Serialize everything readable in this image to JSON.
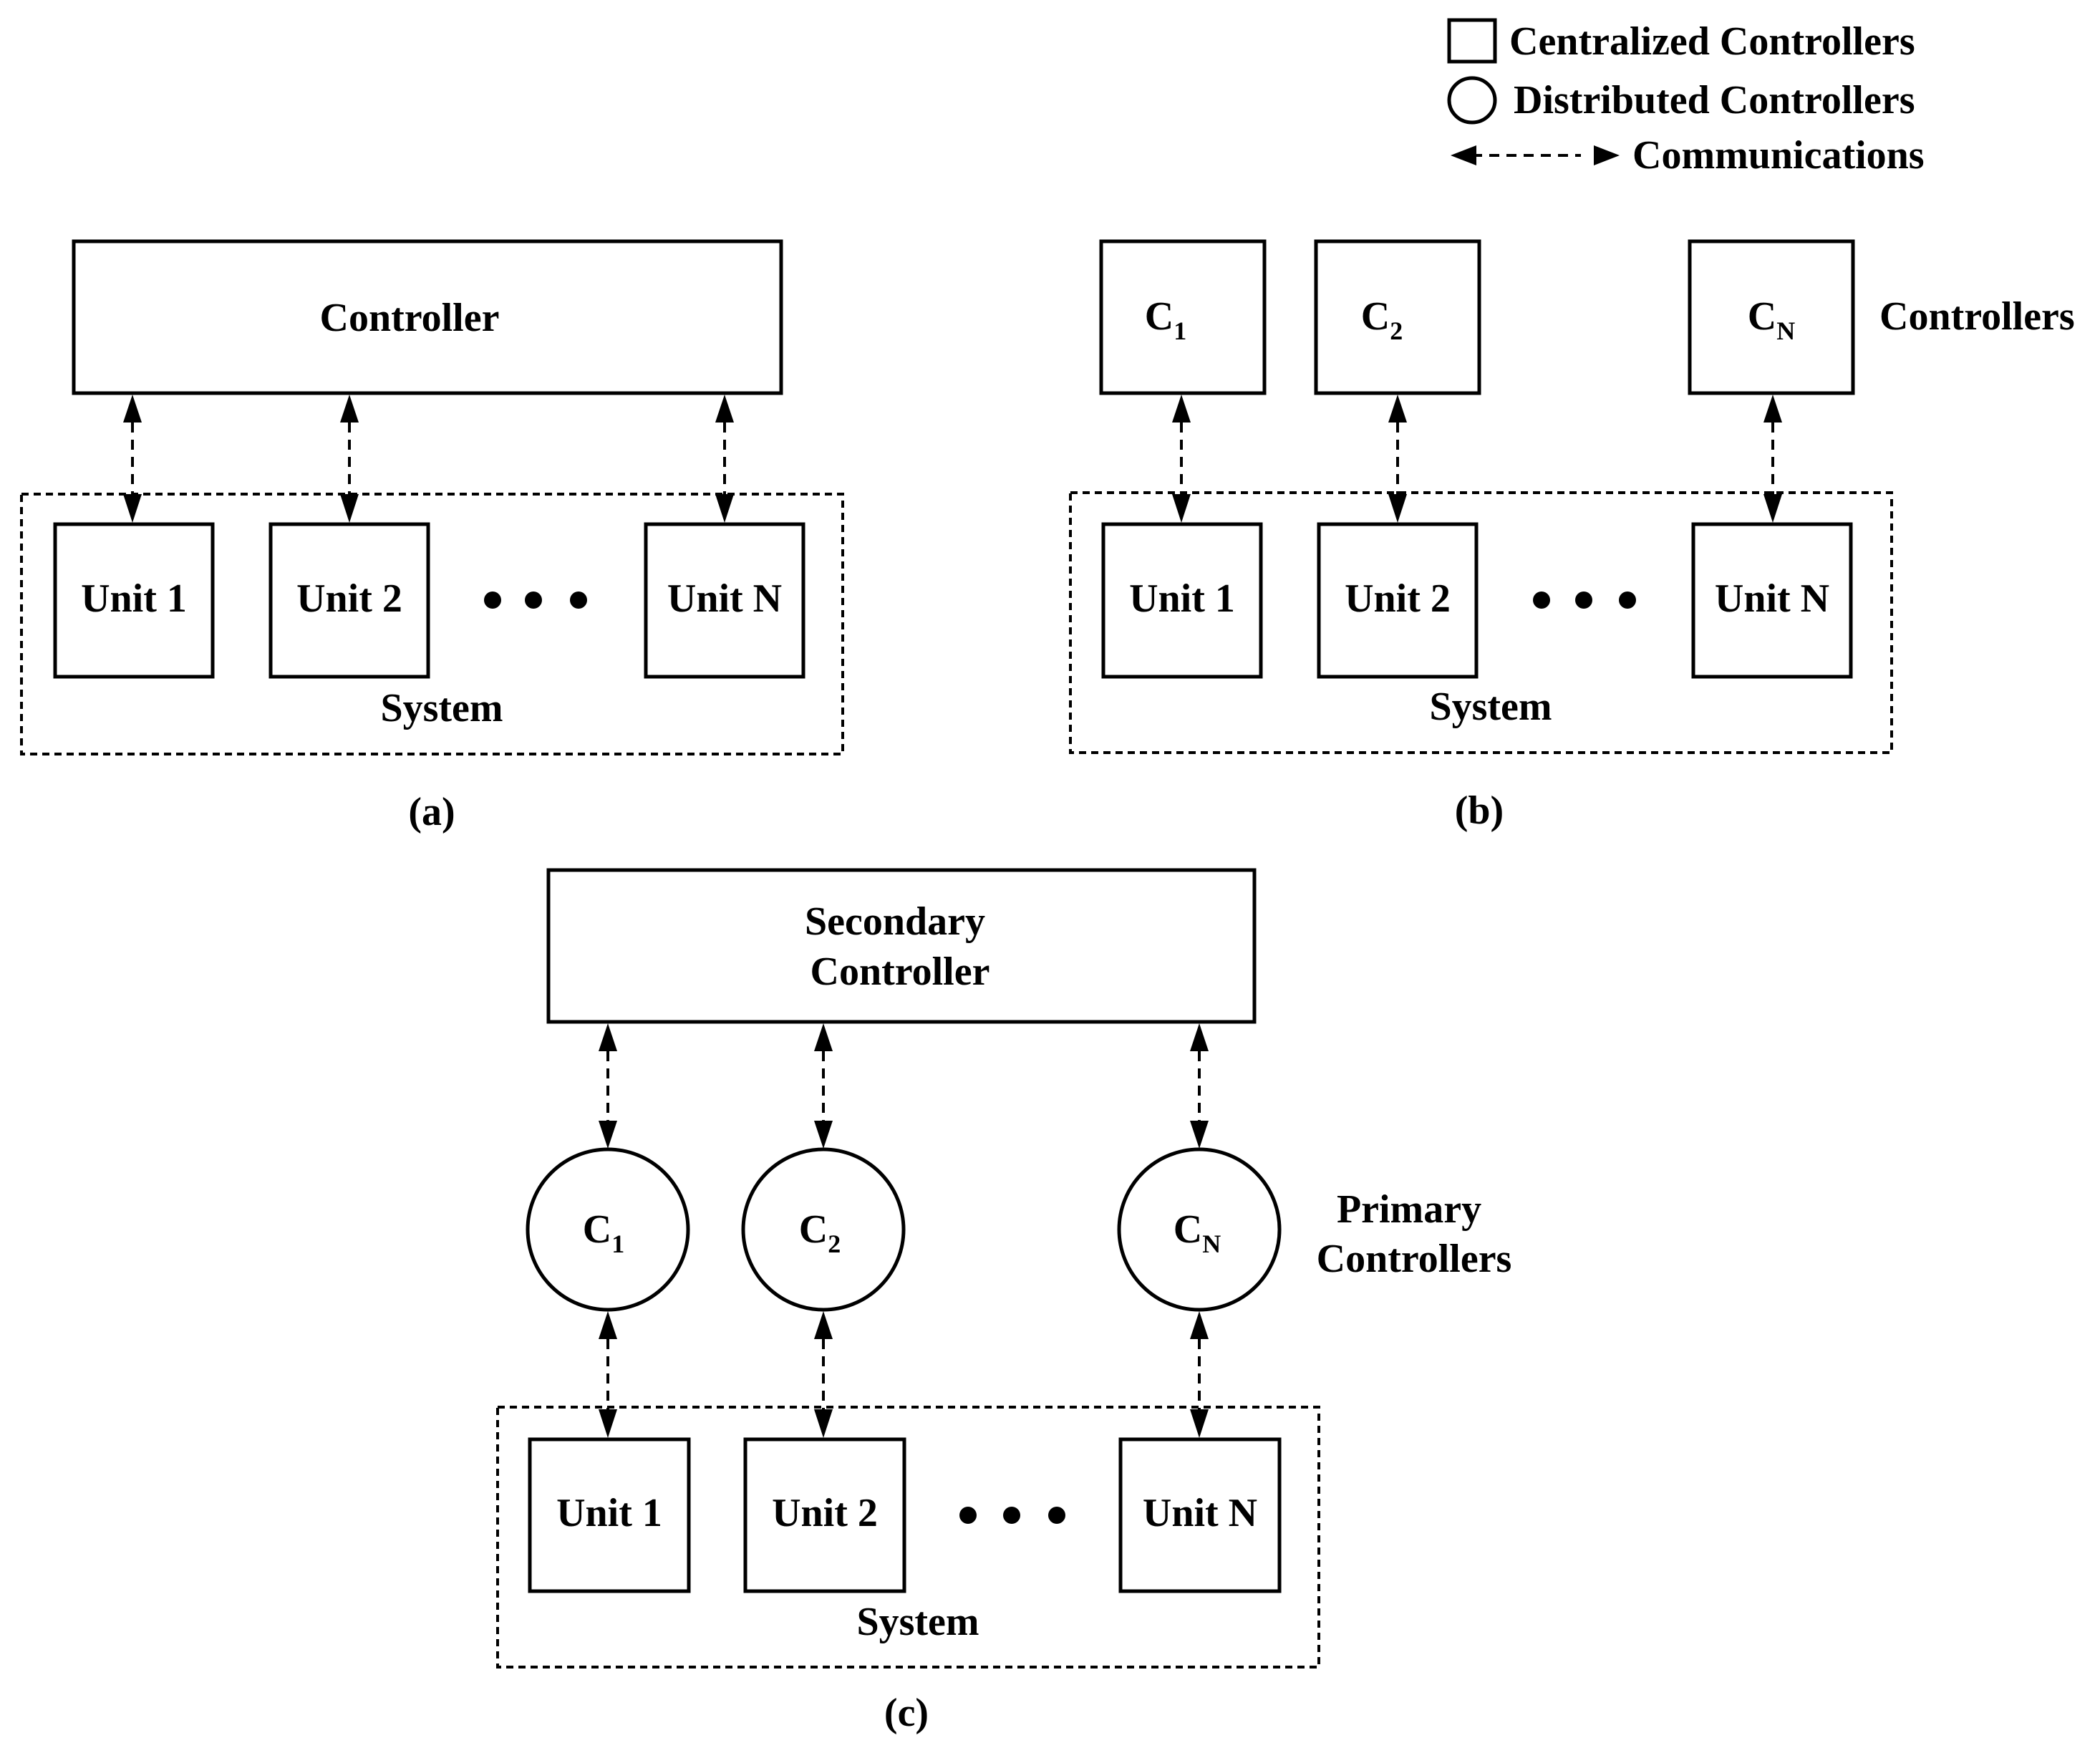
{
  "legend": {
    "centralized": "Centralized Controllers",
    "distributed": "Distributed Controllers",
    "communications": "Communications"
  },
  "panel_a": {
    "controller": "Controller",
    "units": [
      "Unit 1",
      "Unit 2",
      "Unit N"
    ],
    "system": "System",
    "caption": "(a)"
  },
  "panel_b": {
    "controller_base": "C",
    "controller_subs": [
      "1",
      "2",
      "N"
    ],
    "controllers_label": "Controllers",
    "units": [
      "Unit 1",
      "Unit 2",
      "Unit N"
    ],
    "system": "System",
    "caption": "(b)"
  },
  "panel_c": {
    "secondary_line1": "Secondary",
    "secondary_line2": "Controller",
    "primary_base": "C",
    "primary_subs": [
      "1",
      "2",
      "N"
    ],
    "primary_line1": "Primary",
    "primary_line2": "Controllers",
    "units": [
      "Unit 1",
      "Unit 2",
      "Unit N"
    ],
    "system": "System",
    "caption": "(c)"
  }
}
